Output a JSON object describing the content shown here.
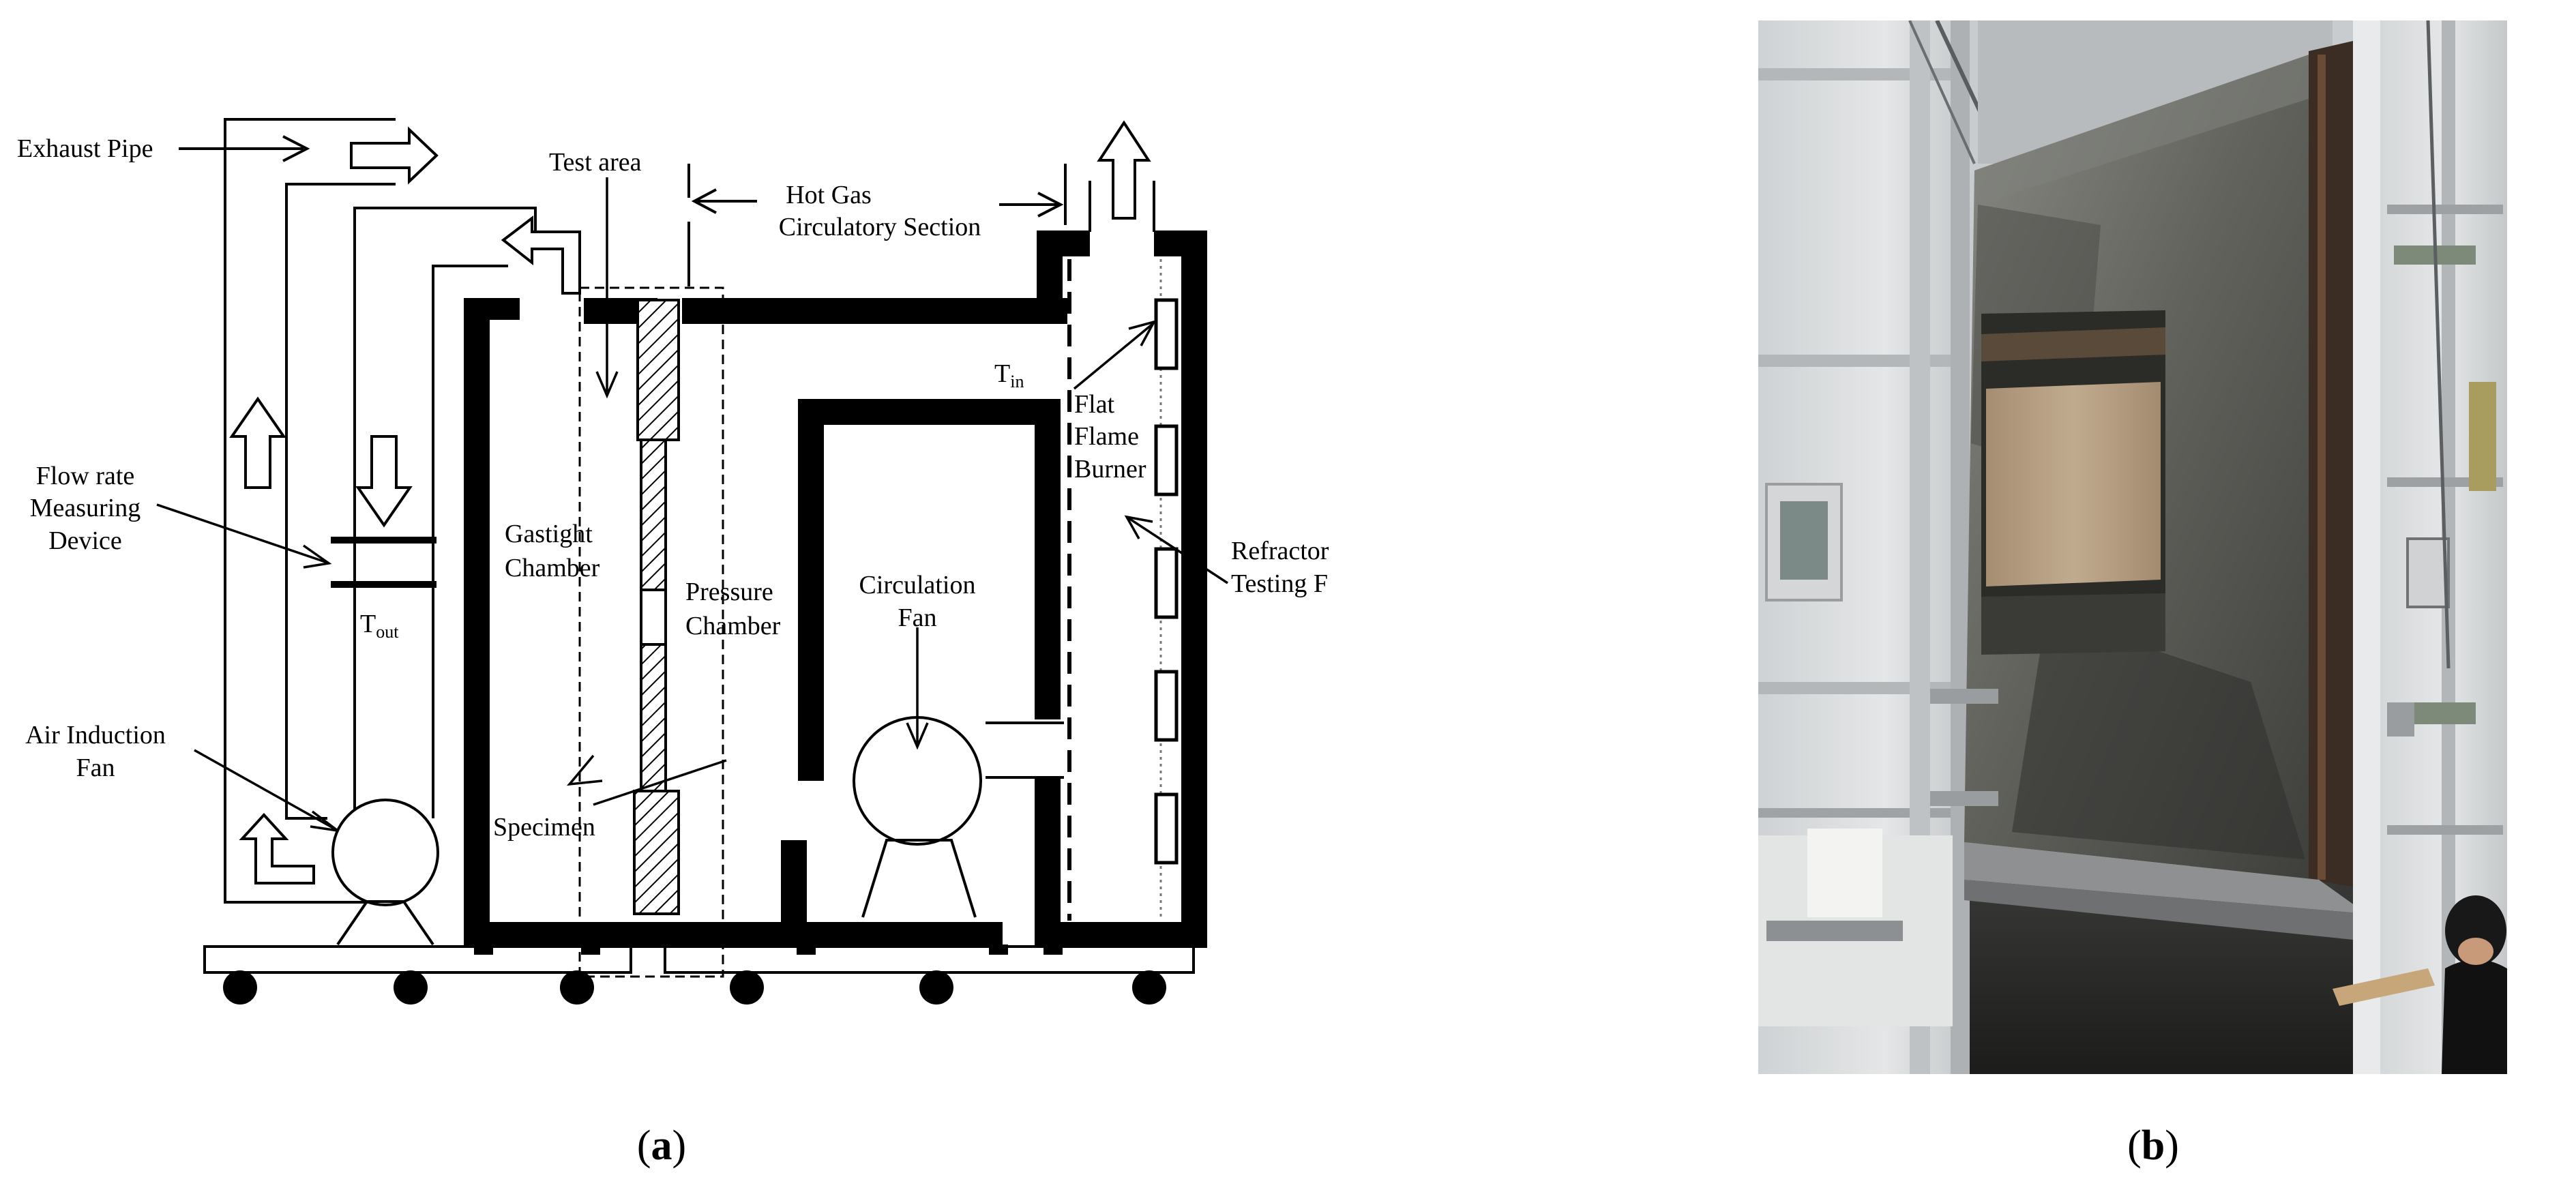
{
  "figure_a": {
    "labels": {
      "exhaust_pipe": "Exhaust Pipe",
      "test_area": "Test area",
      "hot_gas_line1": "Hot Gas",
      "hot_gas_line2": "Circulatory Section",
      "t_in_main": "T",
      "t_in_sub": "in",
      "flat_flame_line1": "Flat",
      "flat_flame_line2": "Flame",
      "flat_flame_line3": "Burner",
      "flow_rate_line1": "Flow rate",
      "flow_rate_line2": "Measuring",
      "flow_rate_line3": "Device",
      "t_out_main": "T",
      "t_out_sub": "out",
      "gastight_line1": "Gastight",
      "gastight_line2": "Chamber",
      "pressure_line1": "Pressure",
      "pressure_line2": "Chamber",
      "circulation_line1": "Circulation",
      "circulation_line2": "Fan",
      "refractory_line1": "Refractor",
      "refractory_line2": "Testing F",
      "air_induction_line1": "Air Induction",
      "air_induction_line2": "Fan",
      "specimen": "Specimen"
    },
    "caption_letter": "a"
  },
  "figure_b": {
    "caption_letter": "b"
  },
  "colors": {
    "ink": "#000000",
    "paper": "#ffffff",
    "steel": "#d9dcde",
    "concrete": "#5e5f5a",
    "wood_panel": "#b49d81"
  }
}
